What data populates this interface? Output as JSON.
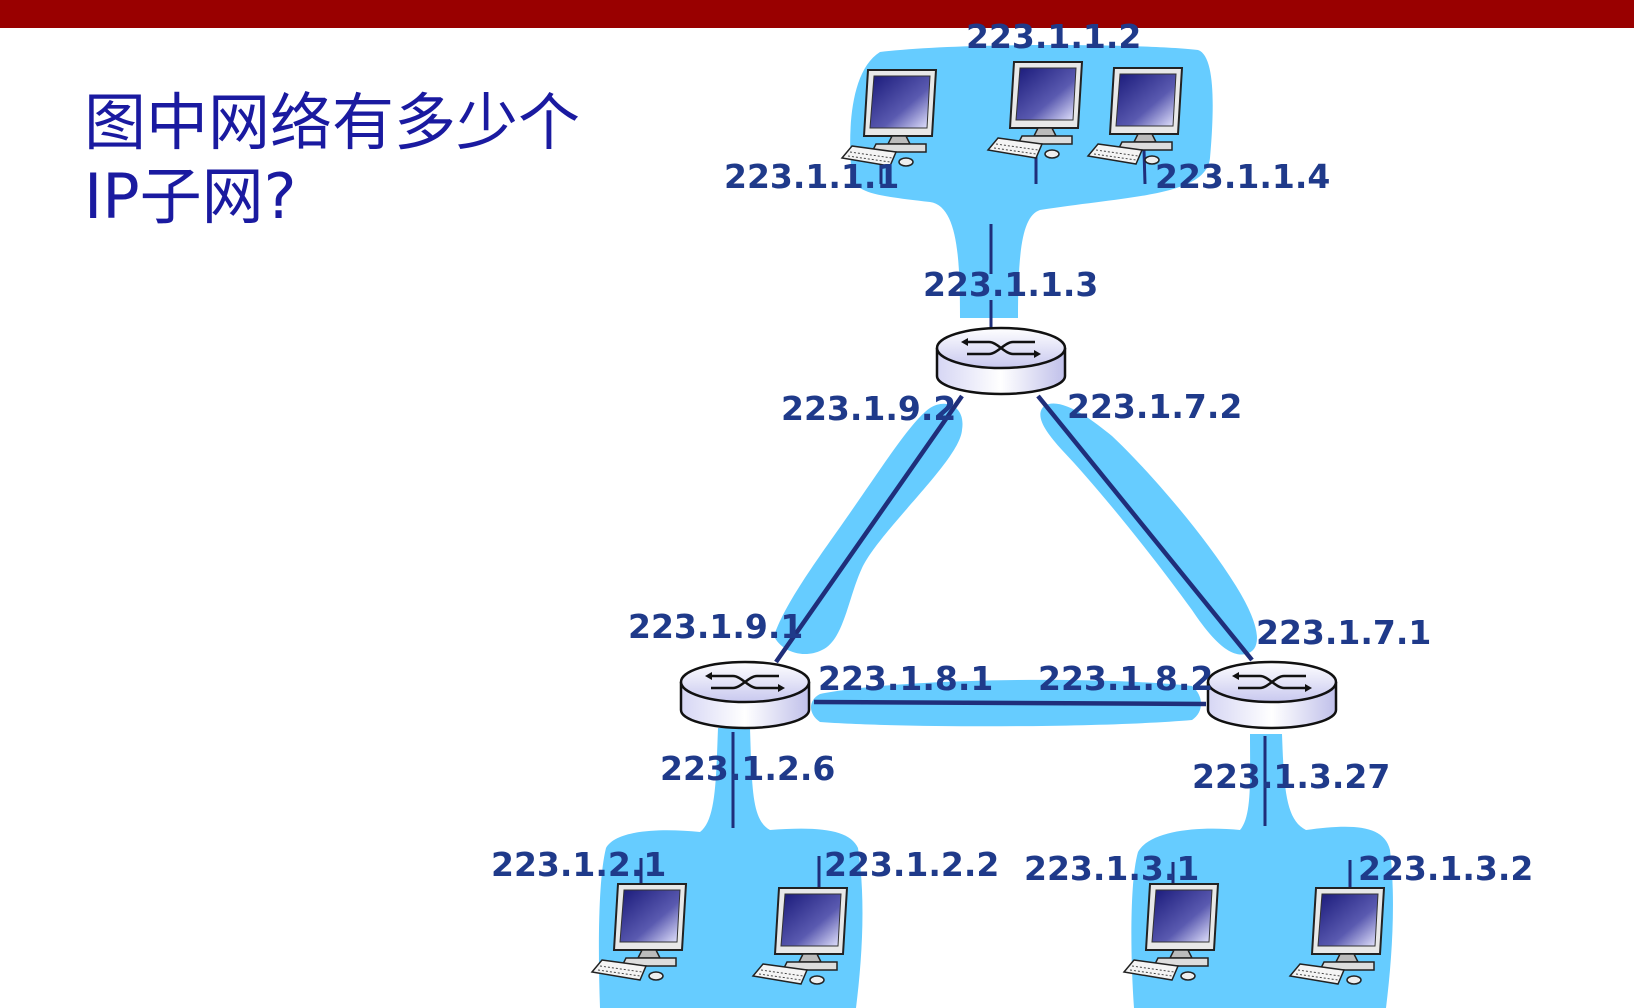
{
  "question": {
    "line1": "图中网络有多少个",
    "line2": "IP子网?"
  },
  "colors": {
    "top_bar": "#990000",
    "subnet_fill": "#66ccff",
    "link": "#1f2e7a",
    "text": "#1f3a8a",
    "question_text": "#1a1aa0"
  },
  "labels": {
    "h_1_1_1": "223.1.1.1",
    "h_1_1_2": "223.1.1.2",
    "h_1_1_4": "223.1.1.4",
    "r_1_1_3": "223.1.1.3",
    "r_1_9_2": "223.1.9.2",
    "r_1_7_2": "223.1.7.2",
    "r_1_9_1": "223.1.9.1",
    "r_1_7_1": "223.1.7.1",
    "r_1_8_1": "223.1.8.1",
    "r_1_8_2": "223.1.8.2",
    "r_1_2_6": "223.1.2.6",
    "r_1_3_27": "223.1.3.27",
    "h_1_2_1": "223.1.2.1",
    "h_1_2_2": "223.1.2.2",
    "h_1_3_1": "223.1.3.1",
    "h_1_3_2": "223.1.3.2"
  },
  "icons": {
    "router": "router-icon",
    "computer": "desktop-computer-icon"
  }
}
